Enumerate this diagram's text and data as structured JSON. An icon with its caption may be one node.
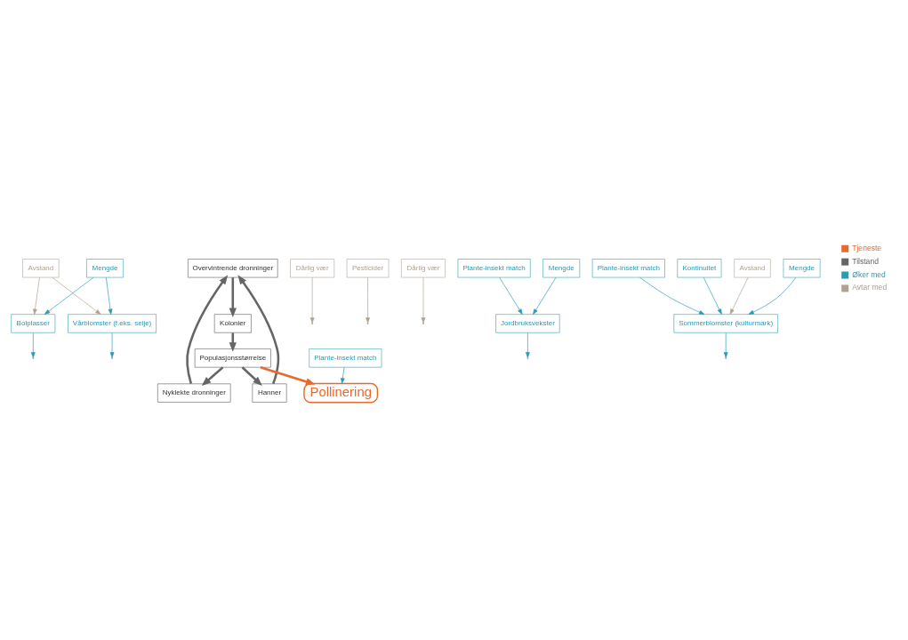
{
  "diagram": {
    "nodes": [
      {
        "text": [
          "Avstand"
        ]
      },
      {
        "text": [
          "Mengde"
        ]
      },
      {
        "text": [
          "Bolplasser"
        ]
      },
      {
        "text": [
          "Overvintrende dronninger"
        ]
      },
      {
        "text": [
          "Vårblomster (f.eks. selje)"
        ]
      },
      {
        "text": [
          "Nyklekte dronninger"
        ]
      },
      {
        "text": [
          "Hanner"
        ]
      },
      {
        "text": [
          "Dårlig vær"
        ]
      },
      {
        "text": [
          "Pesticider"
        ]
      },
      {
        "text": [
          "Populasjonsstørrelse"
        ]
      },
      {
        "text": [
          "Plante-insekt match"
        ]
      },
      {
        "text": [
          "Kolonier"
        ]
      },
      {
        "text": [
          "Pollinering"
        ]
      },
      {
        "text": [
          "Dårlig vær"
        ]
      },
      {
        "text": [
          "Jordbruksvekster"
        ]
      },
      {
        "text": [
          "Plante-insekt match"
        ]
      },
      {
        "text": [
          "Plante-insekt match"
        ]
      },
      {
        "text": [
          "Sommerblomster (kulturmark)"
        ]
      },
      {
        "text": [
          "Mengde"
        ]
      },
      {
        "text": [
          "Kontinuitet"
        ]
      },
      {
        "text": [
          "Avstand"
        ]
      },
      {
        "text": [
          "Mengde"
        ]
      }
    ],
    "edges": [
      {
        "from": 0,
        "to": 2,
        "arrow": "to",
        "color": "#b0a292"
      },
      {
        "from": 0,
        "to": 4,
        "arrow": "to",
        "color": "#b0a292"
      },
      {
        "from": 1,
        "to": 2,
        "arrow": "to"
      },
      {
        "from": 1,
        "to": 4,
        "arrow": "to"
      },
      {
        "from": 2,
        "to": null,
        "arrow": "to"
      },
      {
        "from": 4,
        "to": null,
        "arrow": "to"
      },
      {
        "from": 3,
        "to": 11,
        "arrow": "to",
        "style": "thick",
        "color": "#666666"
      },
      {
        "from": 11,
        "to": 9,
        "arrow": "to",
        "style": "thick",
        "color": "#666666"
      },
      {
        "from": 9,
        "to": 5,
        "arrow": "to",
        "style": "thick",
        "color": "#666666"
      },
      {
        "from": 9,
        "to": 6,
        "arrow": "to",
        "style": "thick",
        "color": "#666666"
      },
      {
        "from": 5,
        "to": 3,
        "arrow": "to",
        "style": "thick",
        "color": "#666666"
      },
      {
        "from": 6,
        "to": 3,
        "arrow": "to",
        "style": "thick",
        "color": "#666666"
      },
      {
        "from": 7,
        "to": null,
        "arrow": "to",
        "color": "#b0a292"
      },
      {
        "from": 8,
        "to": null,
        "arrow": "to",
        "color": "#b0a292"
      },
      {
        "from": 9,
        "to": 12,
        "arrow": "to",
        "style": "thick",
        "color": "#e8692c"
      },
      {
        "from": 10,
        "to": 12,
        "arrow": "to"
      },
      {
        "from": 13,
        "to": null,
        "arrow": "to",
        "color": "#b0a292"
      },
      {
        "from": 14,
        "to": null,
        "arrow": "to"
      },
      {
        "from": 17,
        "to": null,
        "arrow": "to"
      },
      {
        "from": 15,
        "to": 14,
        "arrow": "to"
      },
      {
        "from": 18,
        "to": 14,
        "arrow": "to"
      },
      {
        "from": 16,
        "to": 17,
        "arrow": "to"
      },
      {
        "from": 20,
        "to": 17,
        "arrow": "to",
        "color": "#b0a292"
      },
      {
        "from": 21,
        "to": 17,
        "arrow": "to"
      },
      {
        "from": 19,
        "to": 17,
        "arrow": "to"
      }
    ],
    "legend": [
      {
        "text": "Tjeneste",
        "color": "#e8692c"
      },
      {
        "text": "Tilstand",
        "color": "#666666"
      },
      {
        "text": "Øker med",
        "color": "#2a9bb5"
      },
      {
        "text": "Avtar med",
        "color": "#b0a292"
      }
    ]
  }
}
